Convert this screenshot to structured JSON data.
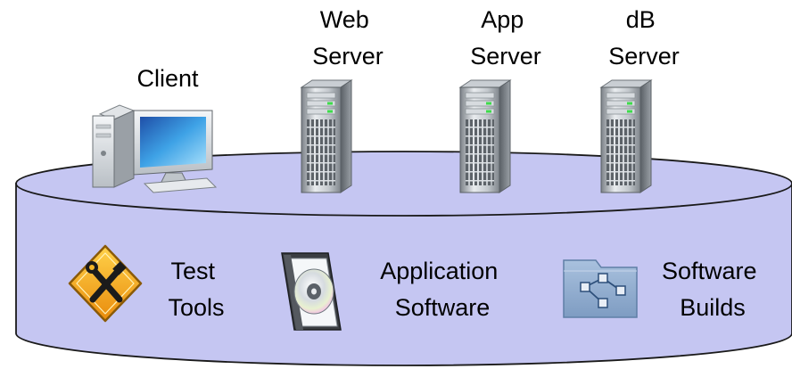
{
  "platform": {
    "fill_color": "#c5c6f2",
    "stroke_color": "#1a1a1a"
  },
  "machines": [
    {
      "label_lines": [
        "Client"
      ],
      "icon": "desktop-computer-icon"
    },
    {
      "label_lines": [
        "Web",
        "Server"
      ],
      "icon": "tower-server-icon"
    },
    {
      "label_lines": [
        "App",
        "Server"
      ],
      "icon": "tower-server-icon"
    },
    {
      "label_lines": [
        "dB",
        "Server"
      ],
      "icon": "tower-server-icon"
    }
  ],
  "assets": [
    {
      "label_lines": [
        "Test",
        "Tools"
      ],
      "icon": "tools-warning-sign-icon"
    },
    {
      "label_lines": [
        "Application",
        "Software"
      ],
      "icon": "software-cd-case-icon"
    },
    {
      "label_lines": [
        "Software",
        "Builds"
      ],
      "icon": "build-folder-icon"
    }
  ]
}
